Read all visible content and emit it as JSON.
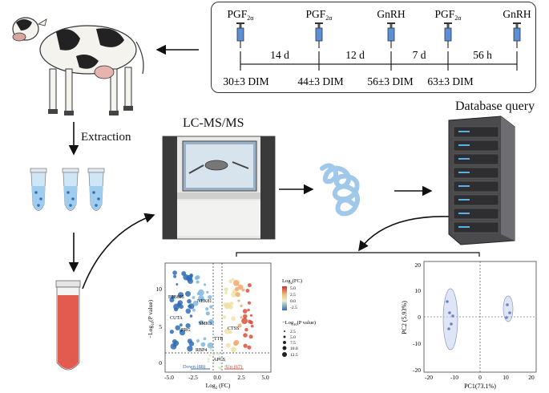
{
  "protocol": {
    "hormones": [
      {
        "name": "PGF",
        "sub": "2α"
      },
      {
        "name": "PGF",
        "sub": "2α"
      },
      {
        "name": "GnRH",
        "sub": ""
      },
      {
        "name": "PGF",
        "sub": "2α"
      },
      {
        "name": "GnRH",
        "sub": ""
      }
    ],
    "intervals": [
      "14 d",
      "12 d",
      "7 d",
      "56 h"
    ],
    "days": [
      "30±3 DIM",
      "44±3 DIM",
      "56±3 DIM",
      "63±3 DIM"
    ]
  },
  "labels": {
    "extraction": "Extraction",
    "lcms": "LC-MS/MS",
    "database": "Database query"
  },
  "volcano": {
    "ylabel_pre": "−Log",
    "ylabel_sub": "10",
    "ylabel_post": "(P value)",
    "xlabel_pre": "Log",
    "xlabel_sub": "2",
    "xlabel_post": " (FC)",
    "xticks": [
      "-5.0",
      "-2.5",
      "0.0",
      "2.5",
      "5.0"
    ],
    "yticks": [
      "0",
      "5",
      "10"
    ],
    "genes": [
      "E1B805",
      "NEK81",
      "CUTA",
      "SMK3",
      "PRG",
      "CTSS",
      "TTB",
      "RBP4",
      "APCS"
    ],
    "down_label": "Down (88)",
    "up_label": "Up (67)",
    "legend_fc_pre": "Log",
    "legend_fc_sub": "2",
    "legend_fc_post": "(FC)",
    "legend_fc_ticks": [
      "5.0",
      "2.5",
      "0.0",
      "-2.5"
    ],
    "legend_p_pre": "−Log",
    "legend_p_sub": "10",
    "legend_p_post": "(P value)",
    "legend_p_ticks": [
      "2.5",
      "5.0",
      "7.5",
      "10.0",
      "12.5"
    ],
    "colors": {
      "down": "#2f6db5",
      "up": "#d94f3d",
      "mid": "#f0e2a8"
    }
  },
  "pca": {
    "xlabel": "PC1(73.1%)",
    "ylabel": "PC2 (5.93%)",
    "xticks": [
      "-20",
      "-10",
      "0",
      "10",
      "20"
    ],
    "yticks": [
      "20",
      "10",
      "0",
      "-10",
      "-20"
    ]
  }
}
